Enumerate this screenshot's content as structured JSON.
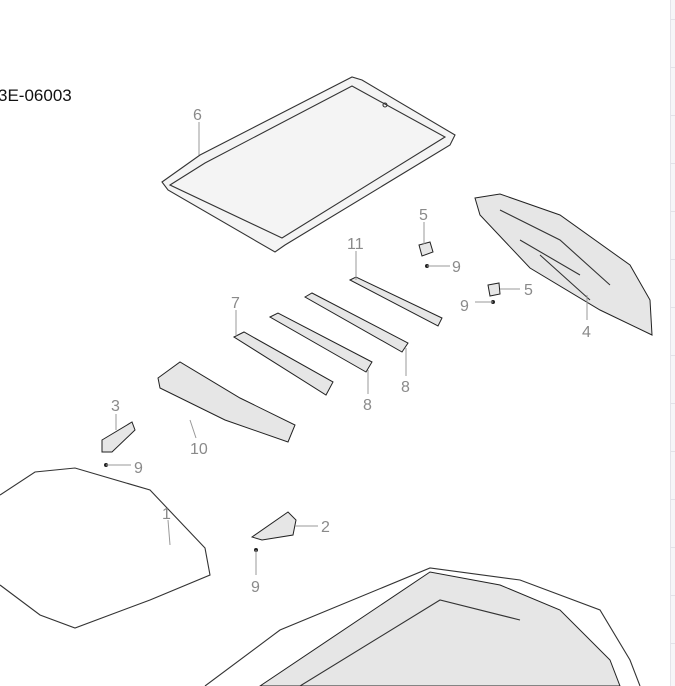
{
  "diagram": {
    "code": "3E-06003",
    "callouts": [
      "6",
      "11",
      "5",
      "9",
      "5",
      "9",
      "4",
      "7",
      "8",
      "8",
      "10",
      "3",
      "9",
      "1",
      "2",
      "9"
    ]
  }
}
